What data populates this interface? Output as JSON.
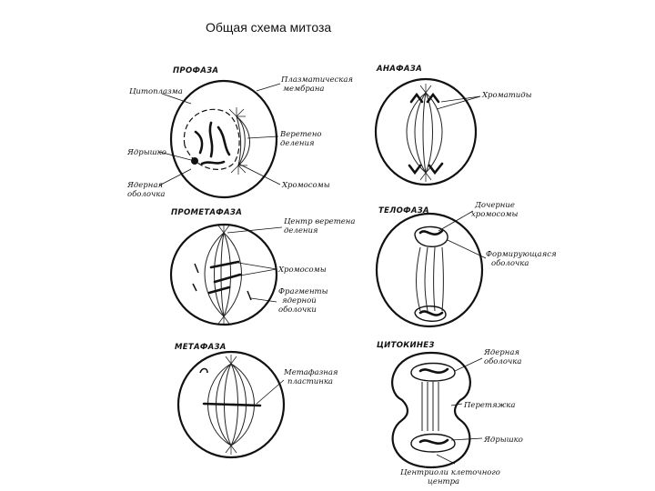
{
  "title": "Общая схема митоза",
  "phases": {
    "prophase": "ПРОФАЗА",
    "anaphase": "АНАФАЗА",
    "prometaphase": "ПРОМЕТАФАЗА",
    "telophase": "ТЕЛОФАЗА",
    "metaphase": "МЕТАФАЗА",
    "cytokinesis": "ЦИТОКИНЕЗ"
  },
  "labels": {
    "prophase": {
      "cytoplasm": "Цитоплазма",
      "membrane_1": "Плазматическая",
      "membrane_2": "мембрана",
      "spindle_1": "Веретено",
      "spindle_2": "деления",
      "nucleolus": "Ядрышко",
      "envelope_1": "Ядерная",
      "envelope_2": "оболочка",
      "chromosomes": "Хромосомы"
    },
    "anaphase": {
      "chromatids": "Хроматиды"
    },
    "prometaphase": {
      "center_1": "Центр веретена",
      "center_2": "деления",
      "chromosomes": "Хромосомы",
      "fragments_1": "Фрагменты",
      "fragments_2": "ядерной",
      "fragments_3": "оболочки"
    },
    "telophase": {
      "groups_1": "Дочерние",
      "groups_2": "хромосомы",
      "forming_1": "Формирующаяся",
      "forming_2": "оболочка"
    },
    "metaphase": {
      "plate_1": "Метафазная",
      "plate_2": "пластинка"
    },
    "cytokinesis": {
      "envelope_1": "Ядерная",
      "envelope_2": "оболочка",
      "furrow": "Перетяжка",
      "nucleolus": "Ядрышко",
      "centrioles_1": "Центриоли клеточного",
      "centrioles_2": "центра"
    }
  }
}
